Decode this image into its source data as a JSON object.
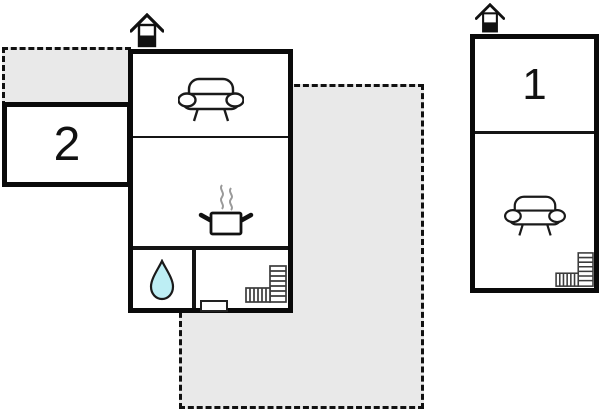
{
  "plan": {
    "type": "vacation-home-floor-plan",
    "units": {
      "unit2": {
        "label": "2",
        "building": "left",
        "rooms": [
          {
            "name": "living-room",
            "icon": "sofa-icon"
          },
          {
            "name": "kitchen",
            "icon": "cooking-pot-icon"
          },
          {
            "name": "bathroom",
            "icon": "water-drop-icon"
          },
          {
            "name": "stair-hall",
            "icon": "stairs-icon"
          }
        ],
        "features": [
          "chimney-icon",
          "door",
          "entrance-terrace",
          "main-terrace"
        ]
      },
      "unit1": {
        "label": "1",
        "building": "right",
        "rooms": [
          {
            "name": "room-1",
            "icon": null
          },
          {
            "name": "living-room",
            "icon": "sofa-icon"
          },
          {
            "name": "stair-corner",
            "icon": "stairs-icon"
          }
        ],
        "features": [
          "chimney-icon"
        ]
      }
    },
    "colors": {
      "wall": "#0a0a0a",
      "terrace_fill": "#e9e9e9",
      "terrace_border": "#111111",
      "water_drop_fill": "#bdeef4",
      "steam": "#9a9a9a",
      "stairs_stroke": "#3c3c3c",
      "background": "#ffffff"
    }
  }
}
